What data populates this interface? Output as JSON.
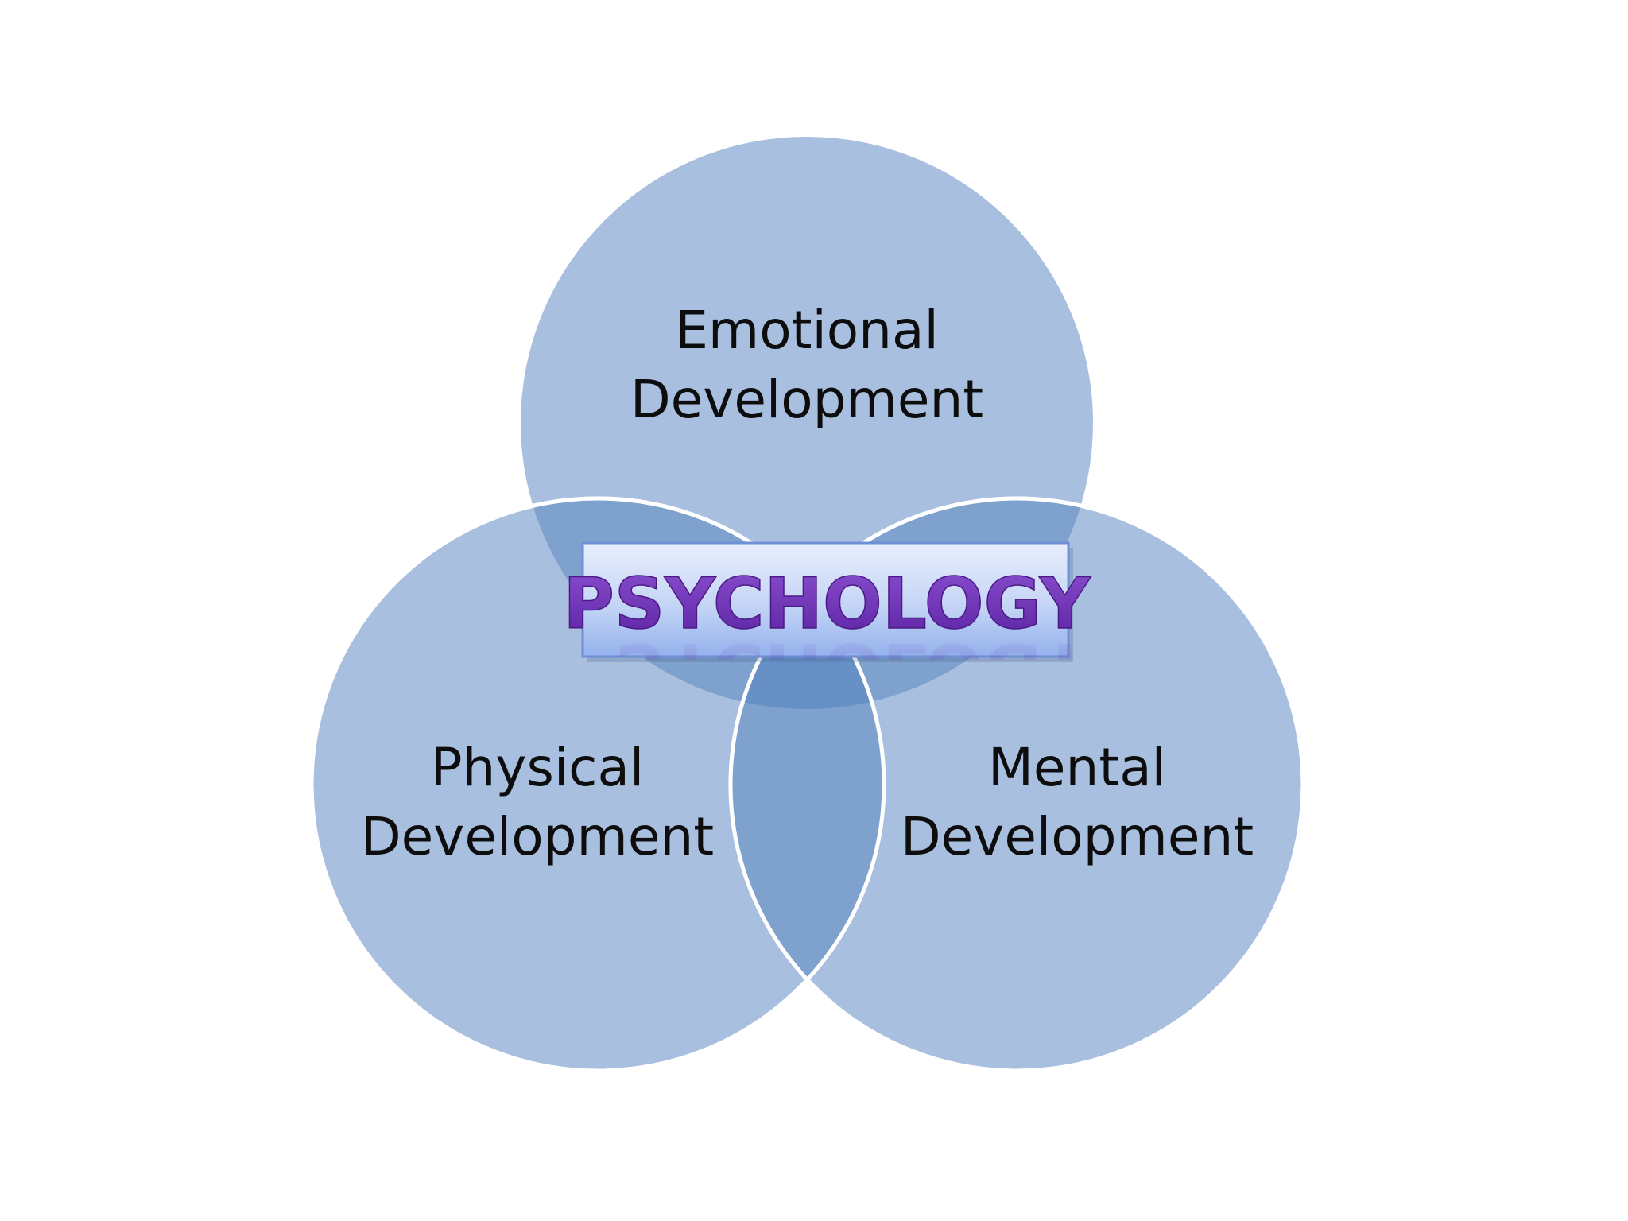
{
  "diagram": {
    "center_label": "PSYCHOLOGY",
    "circles": [
      {
        "id": "emotional",
        "line1": "Emotional",
        "line2": "Development"
      },
      {
        "id": "physical",
        "line1": "Physical",
        "line2": "Development"
      },
      {
        "id": "mental",
        "line1": "Mental",
        "line2": "Development"
      }
    ]
  },
  "colors": {
    "background": "#ffffff",
    "circle_fill": "#a9bfdf",
    "overlap_fill": "#7ea2cd",
    "center_overlap_fill": "#6690c6",
    "label_text": "#0d0d0d",
    "center_text": "#6a2fb0",
    "center_box_top": "#dde7fb",
    "center_box_bottom": "#9fb9ee",
    "center_box_border": "#6f8fd6"
  }
}
